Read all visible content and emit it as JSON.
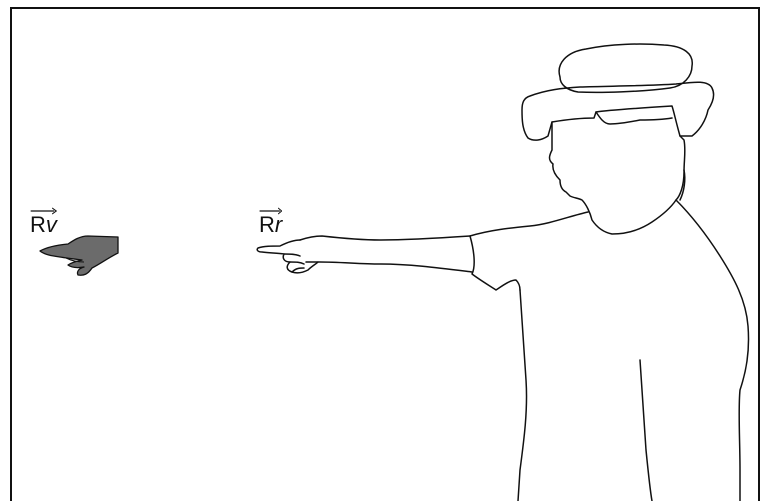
{
  "labels": {
    "virtual_hand": {
      "base": "R",
      "sub": "v"
    },
    "real_hand": {
      "base": "R",
      "sub": "r"
    }
  },
  "colors": {
    "virtual_hand_fill": "#6b6b6b",
    "outline": "#111111",
    "background": "#ffffff"
  },
  "icons": {
    "virtual_hand": "pointing-hand-icon",
    "person": "person-with-vr-headset-icon"
  }
}
